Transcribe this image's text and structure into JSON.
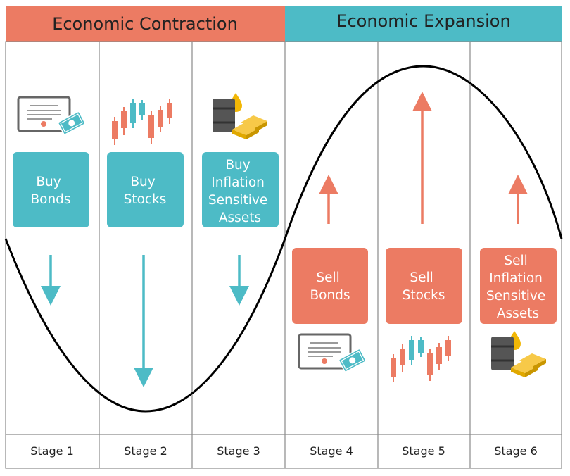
{
  "header": {
    "contraction": {
      "label": "Economic Contraction",
      "color": "#EC7B63"
    },
    "expansion": {
      "label": "Economic Expansion",
      "color": "#4DBBC6"
    }
  },
  "buy_actions": [
    {
      "lines": [
        "Buy",
        "Bonds"
      ],
      "icon": "bond-certificate-icon"
    },
    {
      "lines": [
        "Buy",
        "Stocks"
      ],
      "icon": "candlestick-chart-icon"
    },
    {
      "lines": [
        "Buy",
        "Inflation",
        "Sensitive",
        "Assets"
      ],
      "icon": "oil-barrel-gold-icon"
    }
  ],
  "sell_actions": [
    {
      "lines": [
        "Sell",
        "Bonds"
      ],
      "icon": "bond-certificate-icon"
    },
    {
      "lines": [
        "Sell",
        "Stocks"
      ],
      "icon": "candlestick-chart-icon"
    },
    {
      "lines": [
        "Sell",
        "Inflation",
        "Sensitive",
        "Assets"
      ],
      "icon": "oil-barrel-gold-icon"
    }
  ],
  "stages": [
    "Stage 1",
    "Stage 2",
    "Stage 3",
    "Stage 4",
    "Stage 5",
    "Stage 6"
  ],
  "colors": {
    "buy_box": "#4DBBC6",
    "sell_box": "#EC7B63",
    "down_arrow": "#4DBBC6",
    "up_arrow": "#EC7B63",
    "grid_line": "#8A8A8A",
    "curve": "#000000"
  }
}
